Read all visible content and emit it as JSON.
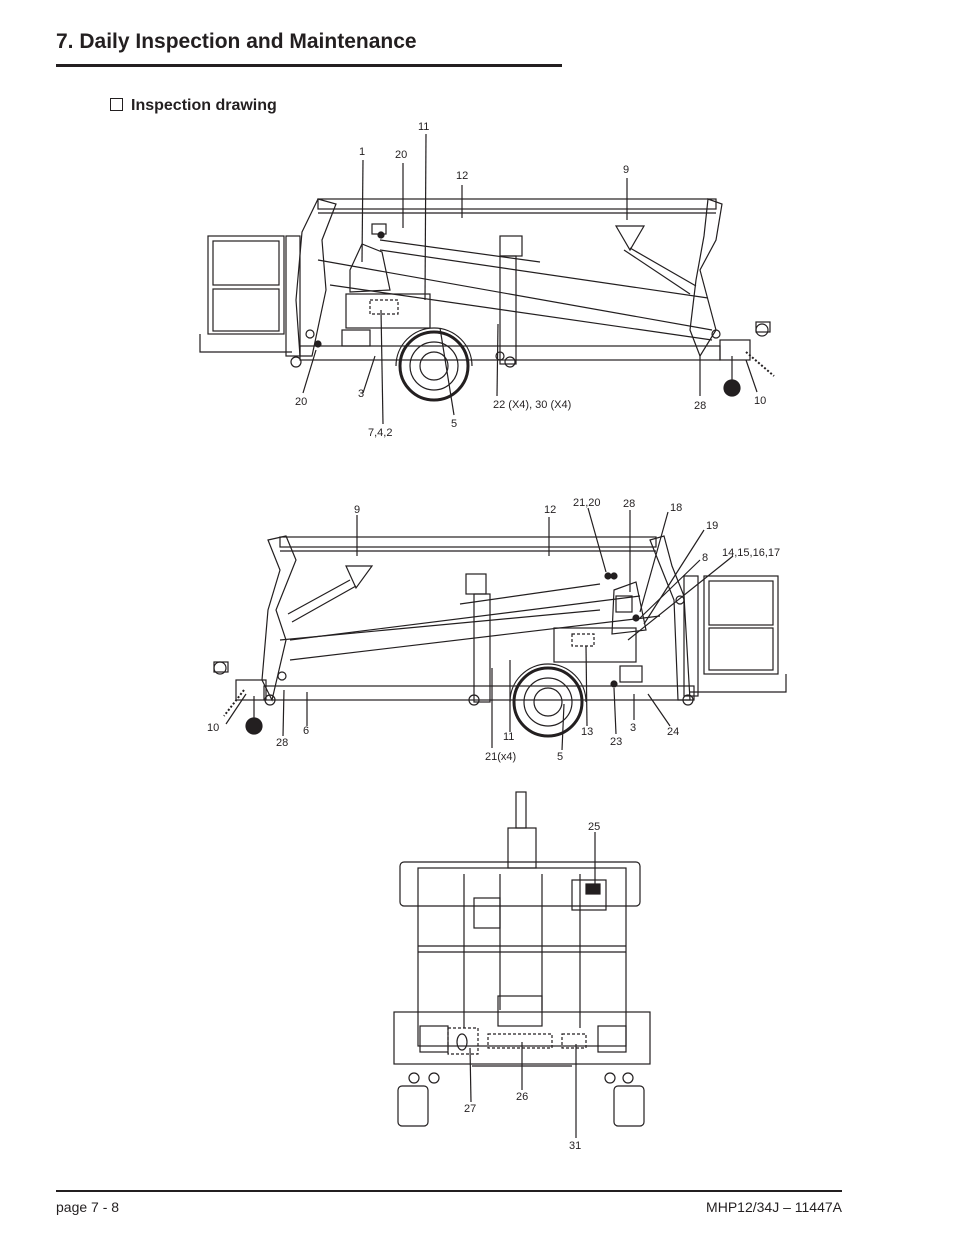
{
  "page_title": "7. Daily Inspection and Maintenance",
  "section_title": "Inspection drawing",
  "figure1": {
    "callouts": [
      "1",
      "20",
      "11",
      "12",
      "9",
      "20",
      "3",
      "7,4,2",
      "5",
      "22 (X4), 30 (X4)",
      "28",
      "10"
    ]
  },
  "figure2": {
    "callouts": [
      "9",
      "12",
      "21,20",
      "28",
      "18",
      "19",
      "8",
      "14,15,16,17",
      "10",
      "28",
      "6",
      "11",
      "21(x4)",
      "5",
      "13",
      "23",
      "3",
      "24"
    ]
  },
  "figure3": {
    "callouts": [
      "25",
      "27",
      "26",
      "31"
    ]
  },
  "footer": {
    "page": "page  7 - 8",
    "doc_id": "MHP12/34J – 11447A"
  }
}
